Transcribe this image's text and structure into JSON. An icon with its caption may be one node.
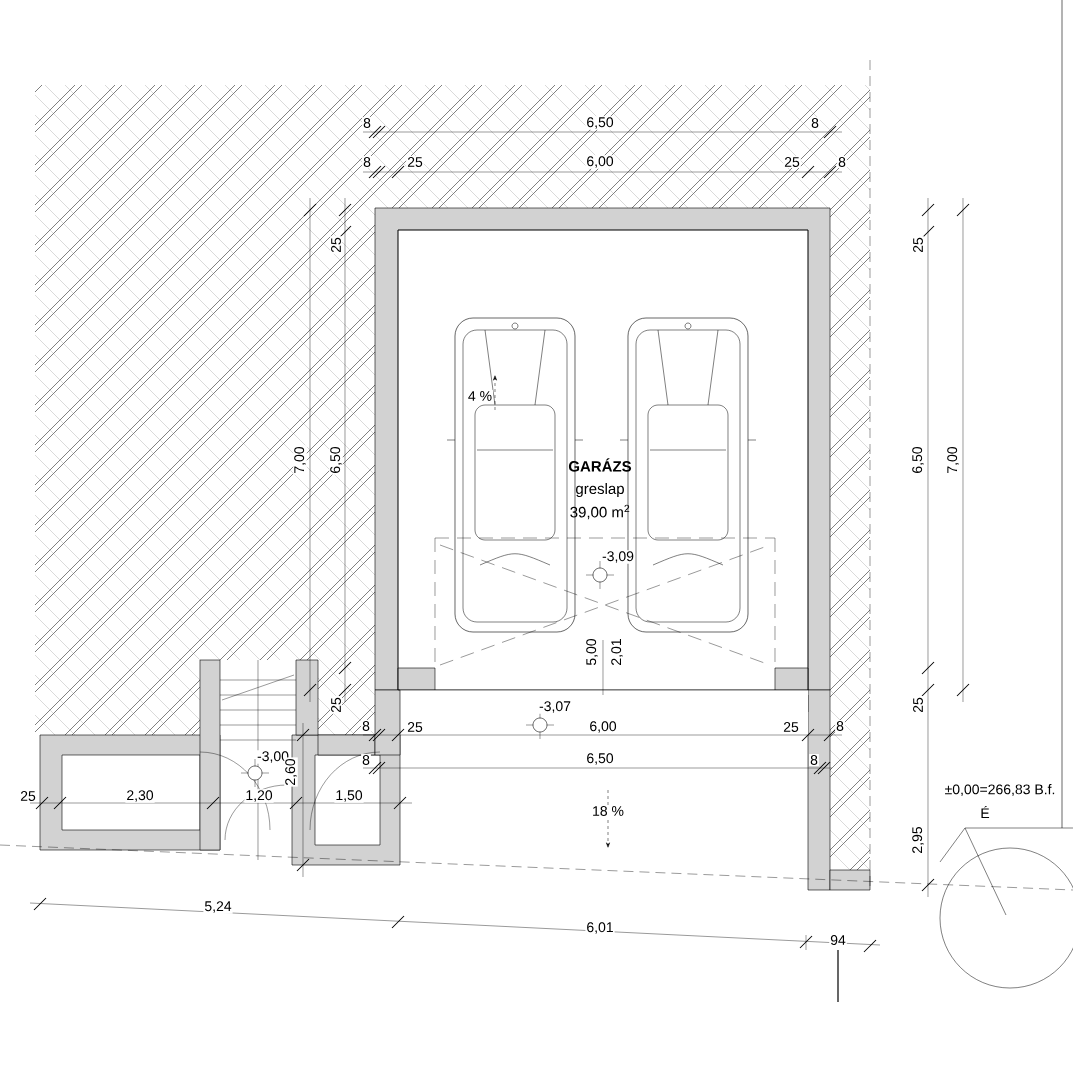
{
  "diagram": {
    "nodes": [
      {
        "text": [
          "GARÁZS",
          "greslap",
          "39,00 m$^{2}$"
        ]
      }
    ],
    "labels": [
      "8",
      "6,50",
      "8",
      "8",
      "25",
      "6,00",
      "25",
      "8",
      "25",
      "7,00",
      "6,50",
      "25",
      "25",
      "6,50",
      "7,00",
      "25",
      "4 %",
      "-3,09",
      "5,00",
      "2,01",
      "-3,07",
      "8",
      "25",
      "6,00",
      "25",
      "8",
      "-3,00",
      "8",
      "6,50",
      "8",
      "2,60",
      "25",
      "2,30",
      "1,20",
      "1,50",
      "18 %",
      "2,95",
      "±0,00=266,83 B.f.",
      "É",
      "5,24",
      "6,01",
      "94"
    ]
  }
}
